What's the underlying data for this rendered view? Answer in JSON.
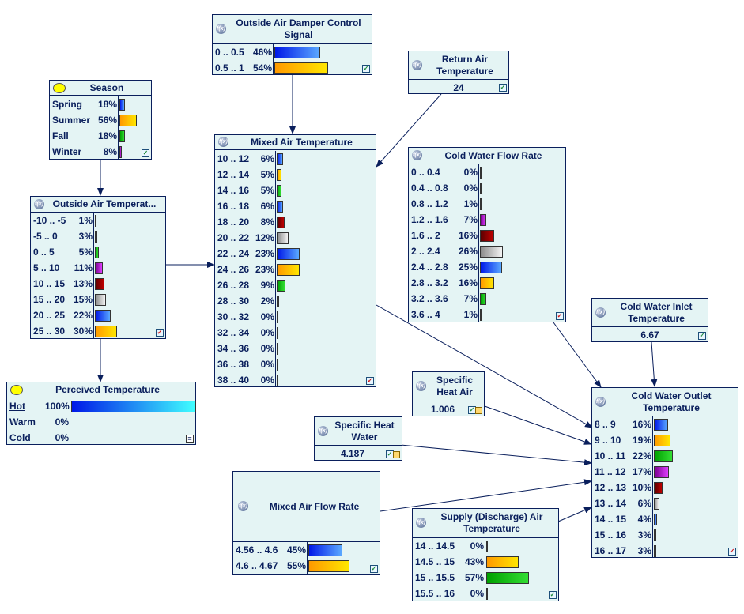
{
  "colors": {
    "blue": [
      "#0018e8",
      "#5aa8ff"
    ],
    "orange": [
      "#ff9900",
      "#ffe600"
    ],
    "green": [
      "#00a000",
      "#33dd33"
    ],
    "purple": [
      "#7a0090",
      "#e040ff"
    ],
    "darkred": [
      "#5a0000",
      "#c00000"
    ],
    "gray": [
      "#8a8a8a",
      "#f4f4f4"
    ],
    "cyan": [
      "#0018e8",
      "#40ffff"
    ]
  },
  "nodes": {
    "damper": {
      "title": "Outside Air Damper Control Signal",
      "icon": "fx-icon",
      "states": [
        {
          "label": "0 .. 0.5",
          "pct": "46%",
          "value": 0.46,
          "color": "blue"
        },
        {
          "label": "0.5 .. 1",
          "pct": "54%",
          "value": 0.54,
          "color": "orange"
        }
      ]
    },
    "return_air": {
      "title": "Return Air Temperature",
      "icon": "fx-icon",
      "value": "24"
    },
    "season": {
      "title": "Season",
      "icon": "chance-oval-icon",
      "states": [
        {
          "label": "Spring",
          "pct": "18%",
          "value": 0.18,
          "color": "blue"
        },
        {
          "label": "Summer",
          "pct": "56%",
          "value": 0.56,
          "color": "orange"
        },
        {
          "label": "Fall",
          "pct": "18%",
          "value": 0.18,
          "color": "green"
        },
        {
          "label": "Winter",
          "pct": "8%",
          "value": 0.08,
          "color": "purple"
        }
      ]
    },
    "mixed_air_temp": {
      "title": "Mixed Air Temperature",
      "icon": "fx-icon",
      "states": [
        {
          "label": "10 .. 12",
          "pct": "6%",
          "value": 0.06,
          "color": "blue"
        },
        {
          "label": "12 .. 14",
          "pct": "5%",
          "value": 0.05,
          "color": "orange"
        },
        {
          "label": "14 .. 16",
          "pct": "5%",
          "value": 0.05,
          "color": "green"
        },
        {
          "label": "16 .. 18",
          "pct": "6%",
          "value": 0.06,
          "color": "blue"
        },
        {
          "label": "18 .. 20",
          "pct": "8%",
          "value": 0.08,
          "color": "darkred"
        },
        {
          "label": "20 .. 22",
          "pct": "12%",
          "value": 0.12,
          "color": "gray"
        },
        {
          "label": "22 .. 24",
          "pct": "23%",
          "value": 0.23,
          "color": "blue"
        },
        {
          "label": "24 .. 26",
          "pct": "23%",
          "value": 0.23,
          "color": "orange"
        },
        {
          "label": "26 .. 28",
          "pct": "9%",
          "value": 0.09,
          "color": "green"
        },
        {
          "label": "28 .. 30",
          "pct": "2%",
          "value": 0.02,
          "color": "purple"
        },
        {
          "label": "30 .. 32",
          "pct": "0%",
          "value": 0.003,
          "color": "darkred"
        },
        {
          "label": "32 .. 34",
          "pct": "0%",
          "value": 0.003,
          "color": "gray"
        },
        {
          "label": "34 .. 36",
          "pct": "0%",
          "value": 0.003,
          "color": "blue"
        },
        {
          "label": "36 .. 38",
          "pct": "0%",
          "value": 0.003,
          "color": "orange"
        },
        {
          "label": "38 .. 40",
          "pct": "0%",
          "value": 0.003,
          "color": "green"
        }
      ]
    },
    "cold_water_flow": {
      "title": "Cold Water Flow Rate",
      "icon": "fx-icon",
      "states": [
        {
          "label": "0 .. 0.4",
          "pct": "0%",
          "value": 0.003,
          "color": "blue"
        },
        {
          "label": "0.4 .. 0.8",
          "pct": "0%",
          "value": 0.003,
          "color": "orange"
        },
        {
          "label": "0.8 .. 1.2",
          "pct": "1%",
          "value": 0.01,
          "color": "green"
        },
        {
          "label": "1.2 .. 1.6",
          "pct": "7%",
          "value": 0.07,
          "color": "purple"
        },
        {
          "label": "1.6 .. 2",
          "pct": "16%",
          "value": 0.16,
          "color": "darkred"
        },
        {
          "label": "2 .. 2.4",
          "pct": "26%",
          "value": 0.26,
          "color": "gray"
        },
        {
          "label": "2.4 .. 2.8",
          "pct": "25%",
          "value": 0.25,
          "color": "blue"
        },
        {
          "label": "2.8 .. 3.2",
          "pct": "16%",
          "value": 0.16,
          "color": "orange"
        },
        {
          "label": "3.2 .. 3.6",
          "pct": "7%",
          "value": 0.07,
          "color": "green"
        },
        {
          "label": "3.6 .. 4",
          "pct": "1%",
          "value": 0.01,
          "color": "purple"
        }
      ]
    },
    "outside_air_temp": {
      "title": "Outside Air Temperat...",
      "icon": "fx-icon",
      "states": [
        {
          "label": "-10 .. -5",
          "pct": "1%",
          "value": 0.01,
          "color": "blue"
        },
        {
          "label": "-5 .. 0",
          "pct": "3%",
          "value": 0.03,
          "color": "orange"
        },
        {
          "label": "0 .. 5",
          "pct": "5%",
          "value": 0.05,
          "color": "green"
        },
        {
          "label": "5 .. 10",
          "pct": "11%",
          "value": 0.11,
          "color": "purple"
        },
        {
          "label": "10 .. 15",
          "pct": "13%",
          "value": 0.13,
          "color": "darkred"
        },
        {
          "label": "15 .. 20",
          "pct": "15%",
          "value": 0.15,
          "color": "gray"
        },
        {
          "label": "20 .. 25",
          "pct": "22%",
          "value": 0.22,
          "color": "blue"
        },
        {
          "label": "25 .. 30",
          "pct": "30%",
          "value": 0.3,
          "color": "orange"
        }
      ]
    },
    "cold_water_inlet": {
      "title": "Cold Water Inlet Temperature",
      "icon": "fx-icon",
      "value": "6.67"
    },
    "perceived_temp": {
      "title": "Perceived Temperature",
      "icon": "chance-oval-icon",
      "states": [
        {
          "label": "Hot",
          "pct": "100%",
          "value": 1.0,
          "color": "cyan"
        },
        {
          "label": "Warm",
          "pct": "0%",
          "value": 0,
          "color": "blue"
        },
        {
          "label": "Cold",
          "pct": "0%",
          "value": 0,
          "color": "blue"
        }
      ]
    },
    "specific_heat_air": {
      "title": "Specific Heat Air",
      "icon": "fx-icon",
      "value": "1.006"
    },
    "specific_heat_water": {
      "title": "Specific Heat Water",
      "icon": "fx-icon",
      "value": "4.187"
    },
    "mixed_air_flow": {
      "title": "Mixed Air Flow Rate",
      "icon": "fx-icon",
      "states": [
        {
          "label": "4.56 .. 4.6",
          "pct": "45%",
          "value": 0.45,
          "color": "blue"
        },
        {
          "label": "4.6 .. 4.67",
          "pct": "55%",
          "value": 0.55,
          "color": "orange"
        }
      ]
    },
    "supply_air": {
      "title": "Supply (Discharge) Air Temperature",
      "icon": "fx-icon",
      "states": [
        {
          "label": "14 .. 14.5",
          "pct": "0%",
          "value": 0.003,
          "color": "blue"
        },
        {
          "label": "14.5 .. 15",
          "pct": "43%",
          "value": 0.43,
          "color": "orange"
        },
        {
          "label": "15 .. 15.5",
          "pct": "57%",
          "value": 0.57,
          "color": "green"
        },
        {
          "label": "15.5 .. 16",
          "pct": "0%",
          "value": 0.003,
          "color": "purple"
        }
      ]
    },
    "cold_water_outlet": {
      "title": "Cold Water Outlet Temperature",
      "icon": "fx-icon",
      "states": [
        {
          "label": "8 .. 9",
          "pct": "16%",
          "value": 0.16,
          "color": "blue"
        },
        {
          "label": "9 .. 10",
          "pct": "19%",
          "value": 0.19,
          "color": "orange"
        },
        {
          "label": "10 .. 11",
          "pct": "22%",
          "value": 0.22,
          "color": "green"
        },
        {
          "label": "11 .. 12",
          "pct": "17%",
          "value": 0.17,
          "color": "purple"
        },
        {
          "label": "12 .. 13",
          "pct": "10%",
          "value": 0.1,
          "color": "darkred"
        },
        {
          "label": "13 .. 14",
          "pct": "6%",
          "value": 0.06,
          "color": "gray"
        },
        {
          "label": "14 .. 15",
          "pct": "4%",
          "value": 0.04,
          "color": "blue"
        },
        {
          "label": "15 .. 16",
          "pct": "3%",
          "value": 0.03,
          "color": "orange"
        },
        {
          "label": "16 .. 17",
          "pct": "3%",
          "value": 0.03,
          "color": "green"
        }
      ]
    }
  }
}
